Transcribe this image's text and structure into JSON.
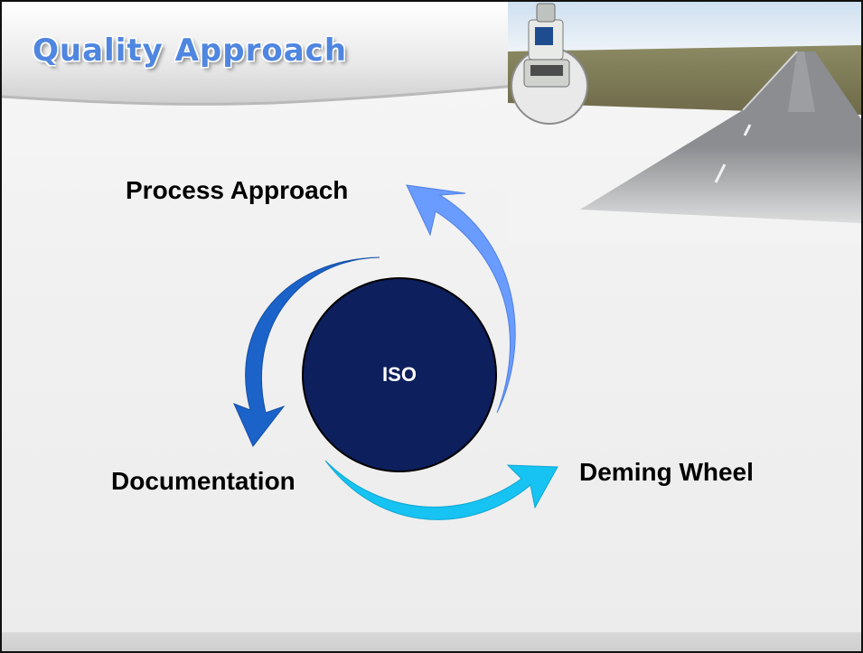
{
  "slide": {
    "title": "Quality Approach",
    "center_label": "ISO",
    "cycle_labels": {
      "process": "Process Approach",
      "documentation": "Documentation",
      "deming": "Deming Wheel"
    }
  },
  "colors": {
    "title": "#4f86e0",
    "circle": "#0d1f5c",
    "arrow_top_right": "#6a9bff",
    "arrow_left": "#1b63c9",
    "arrow_bottom": "#16c3f2"
  }
}
